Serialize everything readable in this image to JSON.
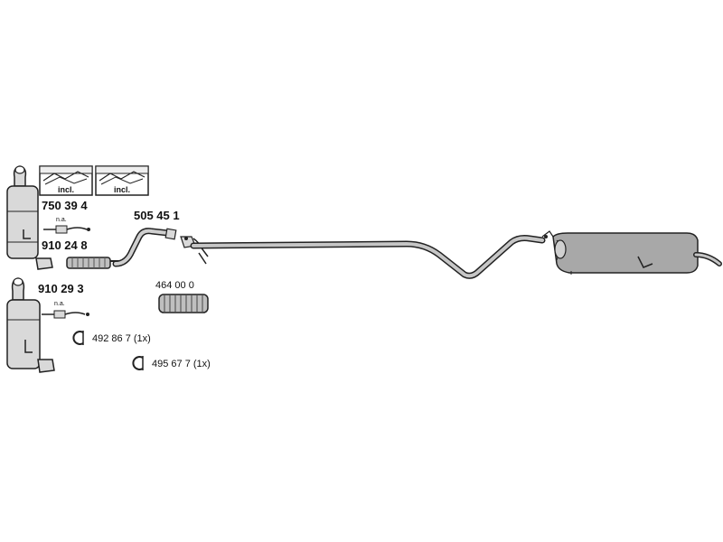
{
  "parts": {
    "kit_750": {
      "number": "750 39 4",
      "incl_label_1": "incl.",
      "incl_label_2": "incl."
    },
    "sensor_na_1": {
      "label": "n.a."
    },
    "pipe_910_248": {
      "number": "910 24 8"
    },
    "pipe_505": {
      "number": "505 45 1"
    },
    "filter_910_293": {
      "number": "910 29 3"
    },
    "sensor_na_2": {
      "label": "n.a."
    },
    "flex_464": {
      "number": "464 00 0"
    },
    "clamp_492": {
      "label": "492 86 7 (1x)"
    },
    "clamp_495": {
      "label": "495 67 7 (1x)"
    }
  },
  "colors": {
    "line": "#222222",
    "part_fill": "#d9d9d9",
    "silencer_fill": "#a8a8a8",
    "pipe_fill": "#bfbfbf"
  }
}
